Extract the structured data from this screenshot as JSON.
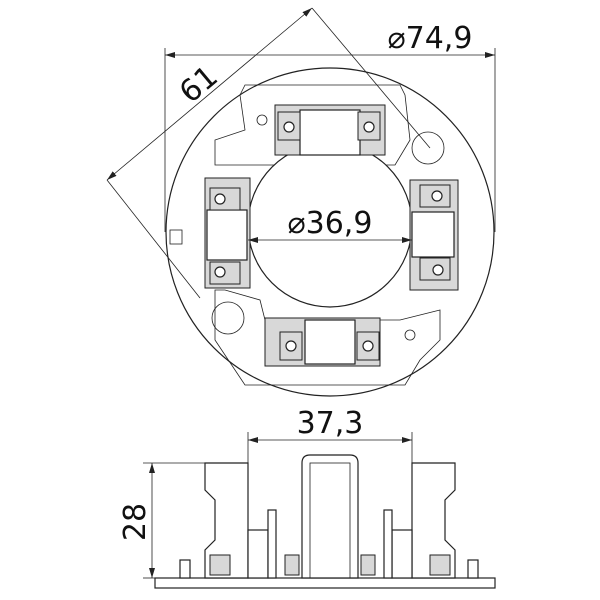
{
  "dimensions": {
    "outer_diameter": "⌀74,9",
    "diagonal": "61",
    "inner_diameter": "⌀36,9",
    "side_width": "37,3",
    "height": "28"
  }
}
